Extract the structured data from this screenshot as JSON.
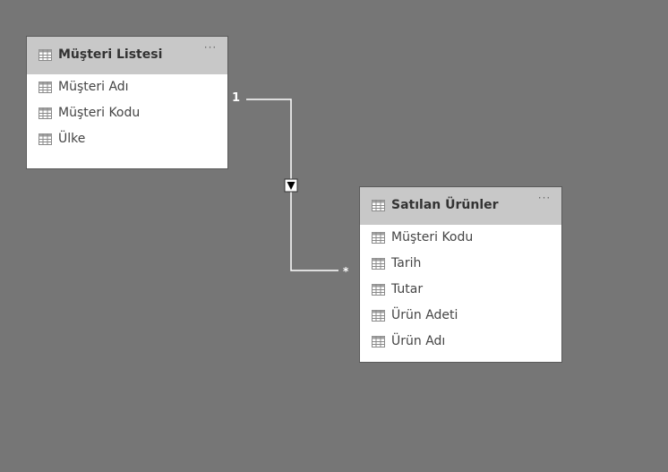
{
  "colors": {
    "canvas_background": "#767676",
    "header_background": "#c8c8c8",
    "card_background": "#ffffff",
    "relationship_line": "#ffffff"
  },
  "tables": [
    {
      "name": "Müşteri Listesi",
      "more_label": "···",
      "icon": "table-icon",
      "fields": [
        {
          "label": "Müşteri Adı",
          "icon": "column-icon"
        },
        {
          "label": "Müşteri Kodu",
          "icon": "column-icon"
        },
        {
          "label": "Ülke",
          "icon": "column-icon"
        }
      ]
    },
    {
      "name": "Satılan Ürünler",
      "more_label": "···",
      "icon": "table-icon",
      "fields": [
        {
          "label": "Müşteri Kodu",
          "icon": "column-icon"
        },
        {
          "label": "Tarih",
          "icon": "column-icon"
        },
        {
          "label": "Tutar",
          "icon": "column-icon"
        },
        {
          "label": "Ürün Adeti",
          "icon": "column-icon"
        },
        {
          "label": "Ürün Adı",
          "icon": "column-icon"
        }
      ]
    }
  ],
  "relationship": {
    "from_table": "Müşteri Listesi",
    "to_table": "Satılan Ürünler",
    "from_cardinality": "1",
    "to_cardinality": "*",
    "filter_direction_icon": "arrow-down-icon"
  }
}
